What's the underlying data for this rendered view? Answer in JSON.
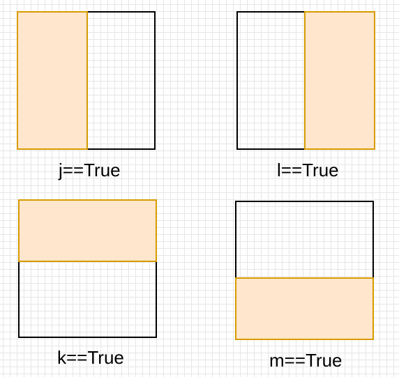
{
  "panels": [
    {
      "id": "j",
      "highlighted_half": "left",
      "caption": "j==True"
    },
    {
      "id": "l",
      "highlighted_half": "right",
      "caption": "l==True"
    },
    {
      "id": "k",
      "highlighted_half": "top",
      "caption": "k==True"
    },
    {
      "id": "m",
      "highlighted_half": "bottom",
      "caption": "m==True"
    }
  ],
  "colors": {
    "outline": "#000000",
    "highlight_fill": "#ffe6cc",
    "highlight_border": "#d79b00",
    "grid_line": "#e6e6e6",
    "background": "#ffffff"
  }
}
